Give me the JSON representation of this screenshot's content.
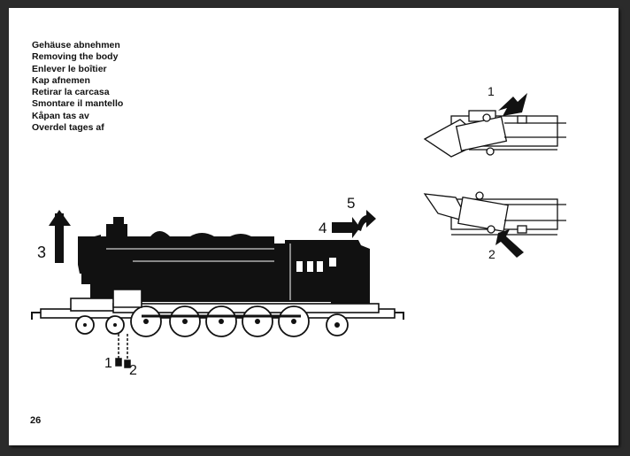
{
  "titles": [
    "Gehäuse abnehmen",
    "Removing the body",
    "Enlever le boîtier",
    "Kap afnemen",
    "Retirar la carcasa",
    "Smontare il mantello",
    "Kåpan tas av",
    "Overdel tages af"
  ],
  "page_number": "26",
  "step_labels": {
    "step1_loco": "1",
    "step2_loco": "2",
    "step3": "3",
    "step4": "4",
    "step5": "5",
    "detail_top": "1",
    "detail_bottom": "2"
  }
}
